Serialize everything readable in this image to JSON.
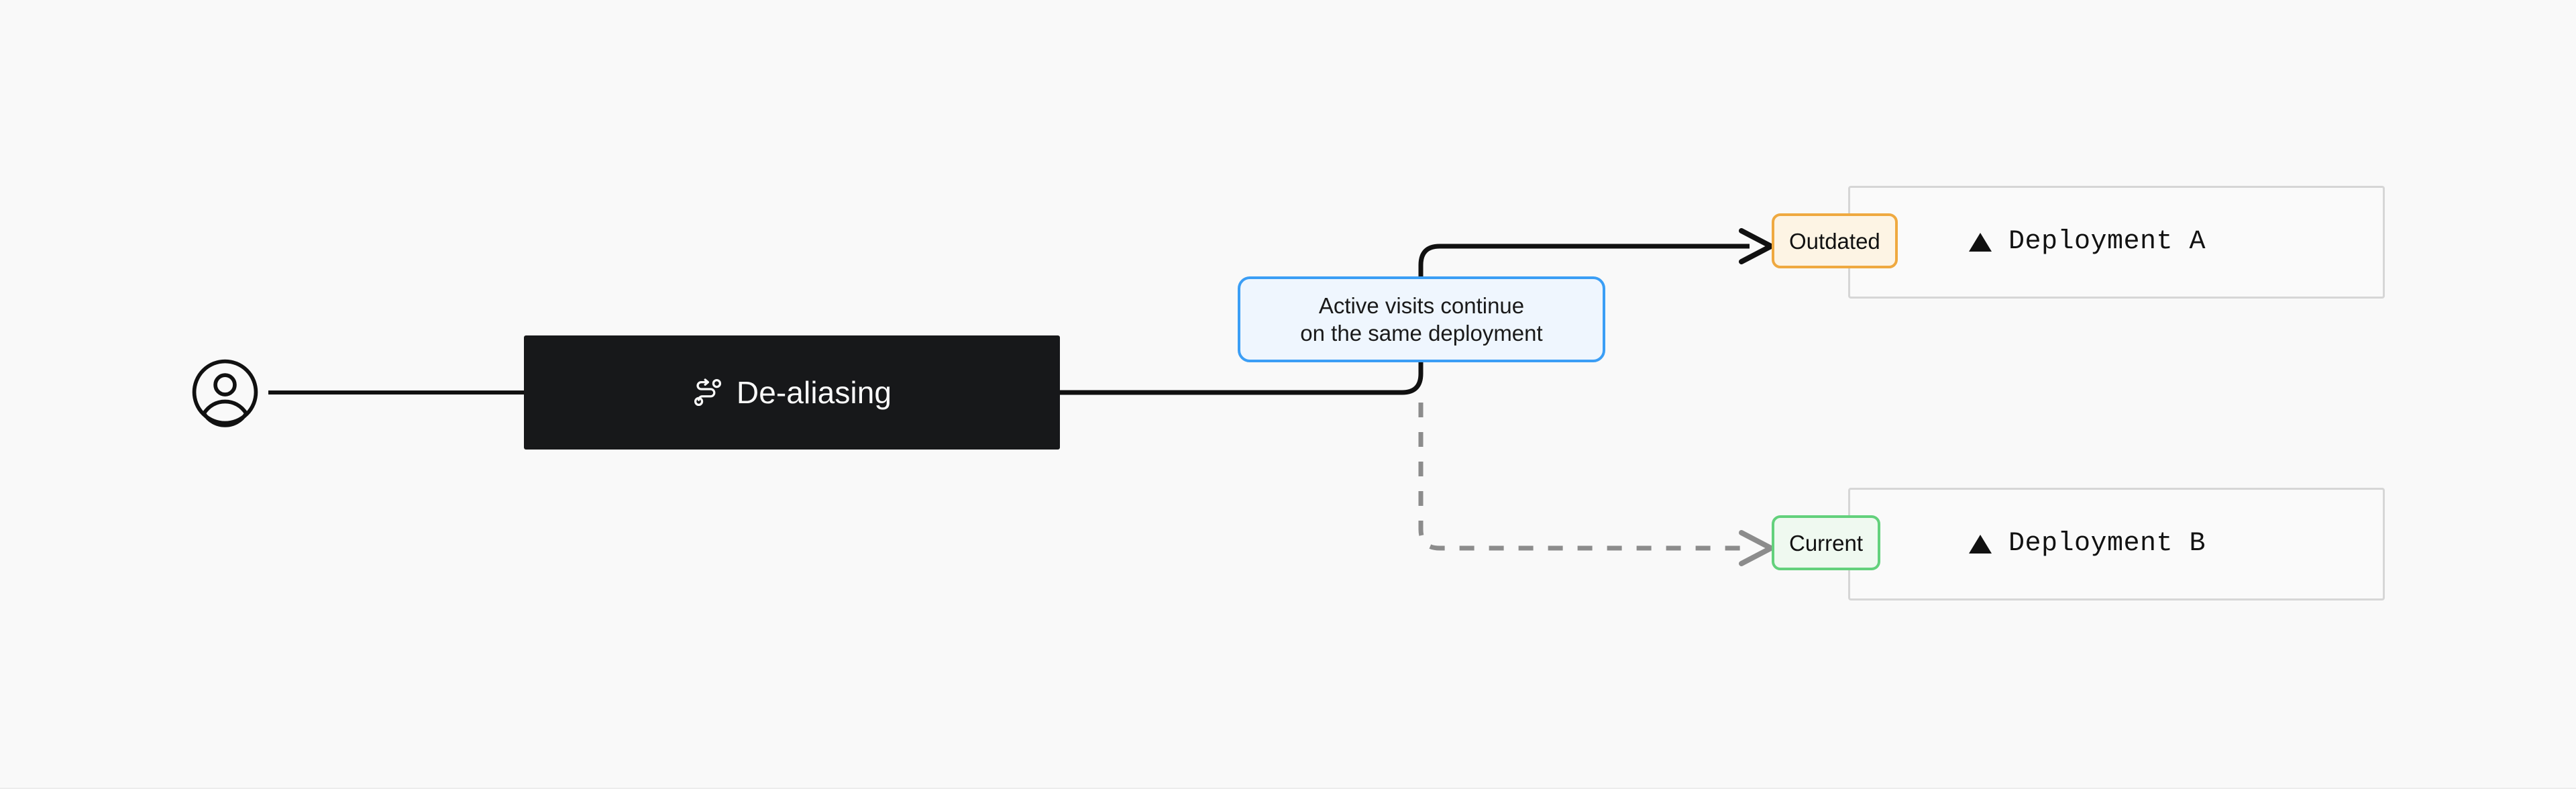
{
  "diagram": {
    "title": "De-aliasing routing diagram",
    "background_color": "#F9F9F9"
  },
  "visitor": {
    "icon": "user-circle-icon",
    "label": ""
  },
  "process_node": {
    "icon": "route-icon",
    "label": "De-aliasing",
    "background_color": "#17181A",
    "text_color": "#FAFAFA"
  },
  "callout": {
    "line1": "Active visits continue",
    "line2": "on the same deployment",
    "border_color": "#3B9EF5",
    "background_color": "#EFF6FE"
  },
  "deployments": [
    {
      "badge": "Outdated",
      "badge_border_color": "#EFA940",
      "badge_background_color": "#FDF4E4",
      "logo_icon": "vercel-triangle-icon",
      "name": "Deployment A",
      "connector": "solid",
      "connector_color": "#111111"
    },
    {
      "badge": "Current",
      "badge_border_color": "#63D17C",
      "badge_background_color": "#EFF9F0",
      "logo_icon": "vercel-triangle-icon",
      "name": "Deployment B",
      "connector": "dashed",
      "connector_color": "#8C8C8C"
    }
  ]
}
